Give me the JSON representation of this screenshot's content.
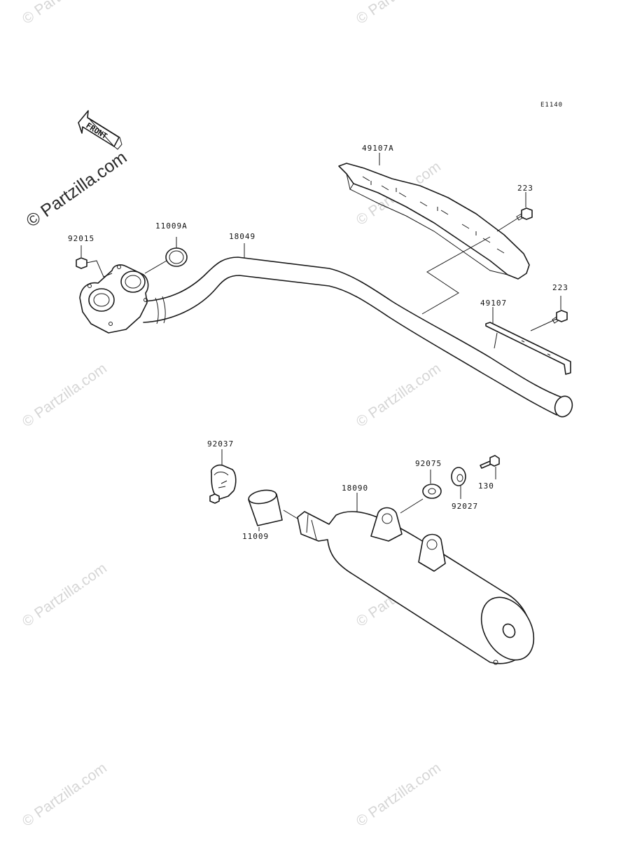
{
  "drawing_code": "E1140",
  "front_label": "FRONT",
  "watermark": "© Partzilla.com",
  "parts": {
    "p49107A": "49107A",
    "p223_upper": "223",
    "p223_lower": "223",
    "p49107": "49107",
    "p92015": "92015",
    "p11009A": "11009A",
    "p18049": "18049",
    "p92037": "92037",
    "p92075": "92075",
    "p130": "130",
    "p92027": "92027",
    "p18090": "18090",
    "p11009": "11009"
  }
}
